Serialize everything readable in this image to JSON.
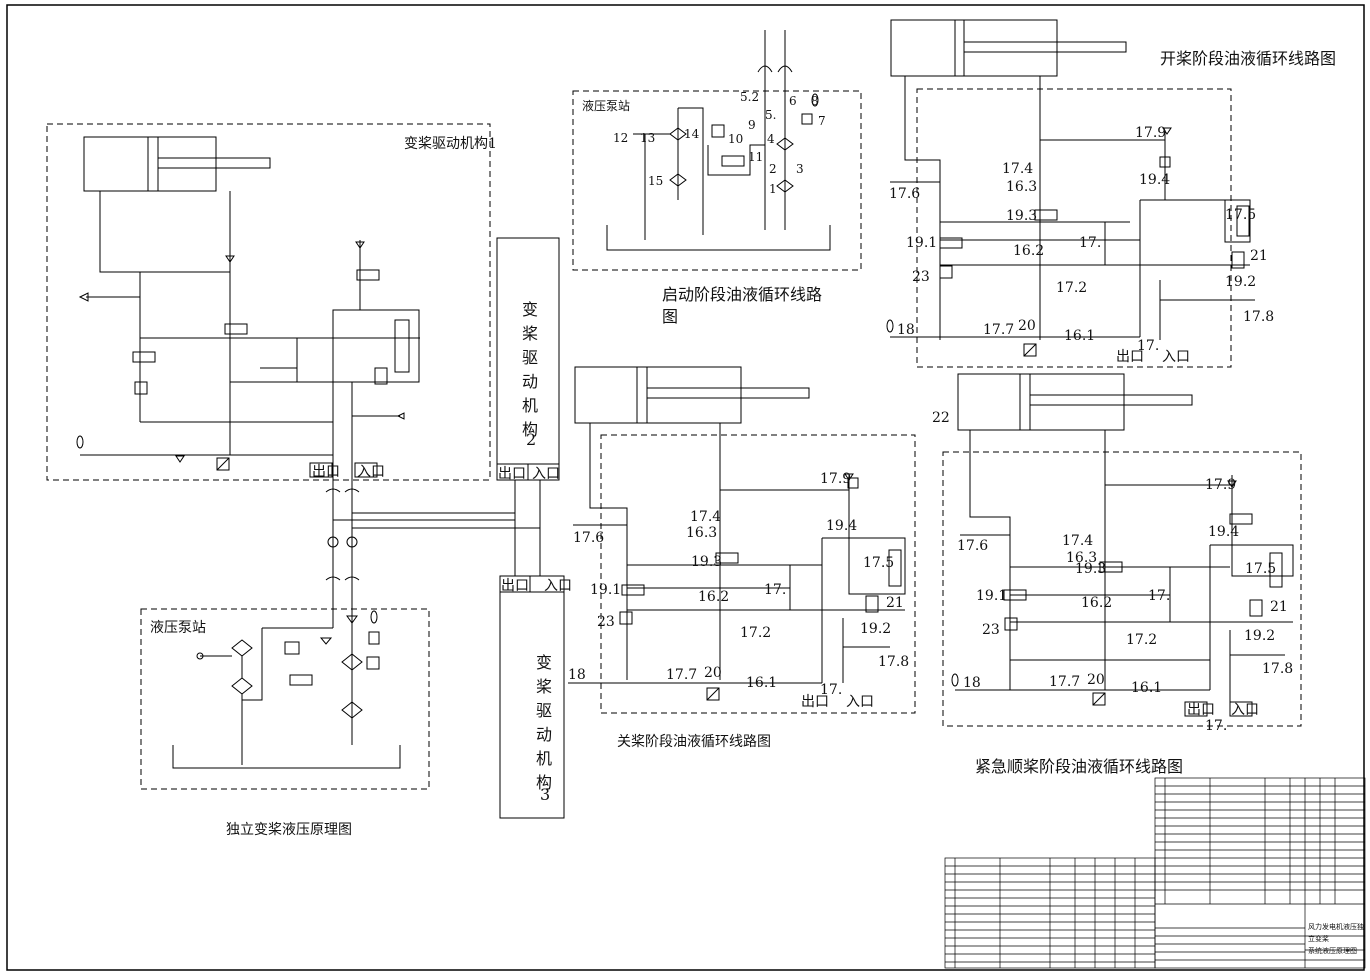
{
  "titles": {
    "start": [
      "启动阶段油液循环线路",
      "图"
    ],
    "open": "开桨阶段油液循环线路图",
    "close": "关桨阶段油液循环线路图",
    "emergency": "紧急顺桨阶段油液循环线路图",
    "independent": "独立变桨液压原理图"
  },
  "boxes": {
    "drive1": "变桨驱动机构1",
    "pump": "液压泵站",
    "drive2": [
      "变",
      "桨",
      "驱",
      "动",
      "机",
      "构",
      "2"
    ],
    "drive3": [
      "变",
      "桨",
      "驱",
      "动",
      "机",
      "构",
      "3"
    ],
    "out": "出口",
    "in": "入口"
  },
  "start_labels": {
    "n52": "5.2",
    "n6": "6",
    "n8": "8",
    "n5": "5.",
    "n9": "9",
    "n7": "7",
    "n12": "12",
    "n13": "13",
    "n14": "14",
    "n10": "10",
    "n4": "4",
    "n11": "11",
    "n2": "2",
    "n3": "3",
    "n15": "15",
    "n1": "1"
  },
  "circuit_labels": {
    "l179": "17.9",
    "l174": "17.4",
    "l163": "16.3",
    "l176": "17.6",
    "l193": "19.3",
    "l194": "19.4",
    "l191": "19.1",
    "l162": "16.2",
    "l17x": "17.",
    "l175": "17.5",
    "l192": "19.2",
    "l21": "21",
    "l23": "23",
    "l172": "17.2",
    "l18": "18",
    "l177": "17.7",
    "l20": "20",
    "l161": "16.1",
    "l178": "17.8",
    "l22": "22"
  },
  "titleblock": {
    "title": [
      "风力发电机液压独",
      "立变桨",
      "系统液压原理图"
    ]
  }
}
